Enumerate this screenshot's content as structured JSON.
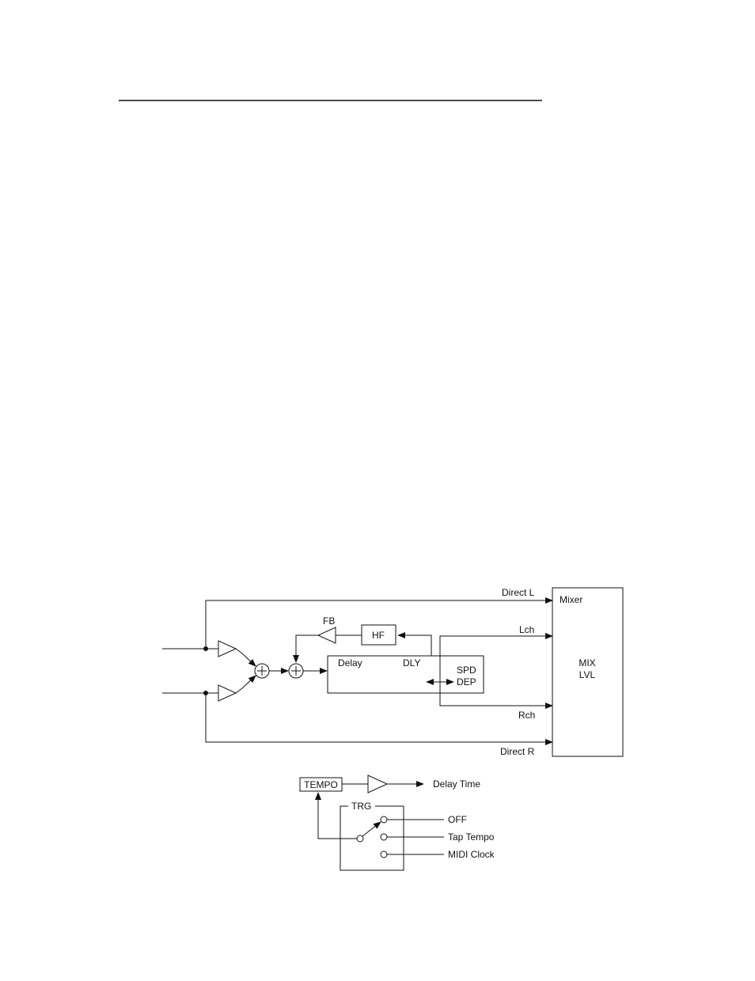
{
  "colors": {
    "ink": "#111111",
    "paper": "#ffffff"
  },
  "block_diagram": {
    "labels": {
      "direct_l": "Direct L",
      "direct_r": "Direct R",
      "mixer": "Mixer",
      "mix": "MIX",
      "lvl": "LVL",
      "fb": "FB",
      "hf": "HF",
      "lch": "Lch",
      "rch": "Rch",
      "delay": "Delay",
      "dly": "DLY",
      "spd": "SPD",
      "dep": "DEP"
    }
  },
  "tempo_diagram": {
    "labels": {
      "tempo": "TEMPO",
      "delay_time": "Delay Time",
      "trg": "TRG",
      "off": "OFF",
      "tap_tempo": "Tap Tempo",
      "midi_clock": "MIDI Clock"
    }
  }
}
